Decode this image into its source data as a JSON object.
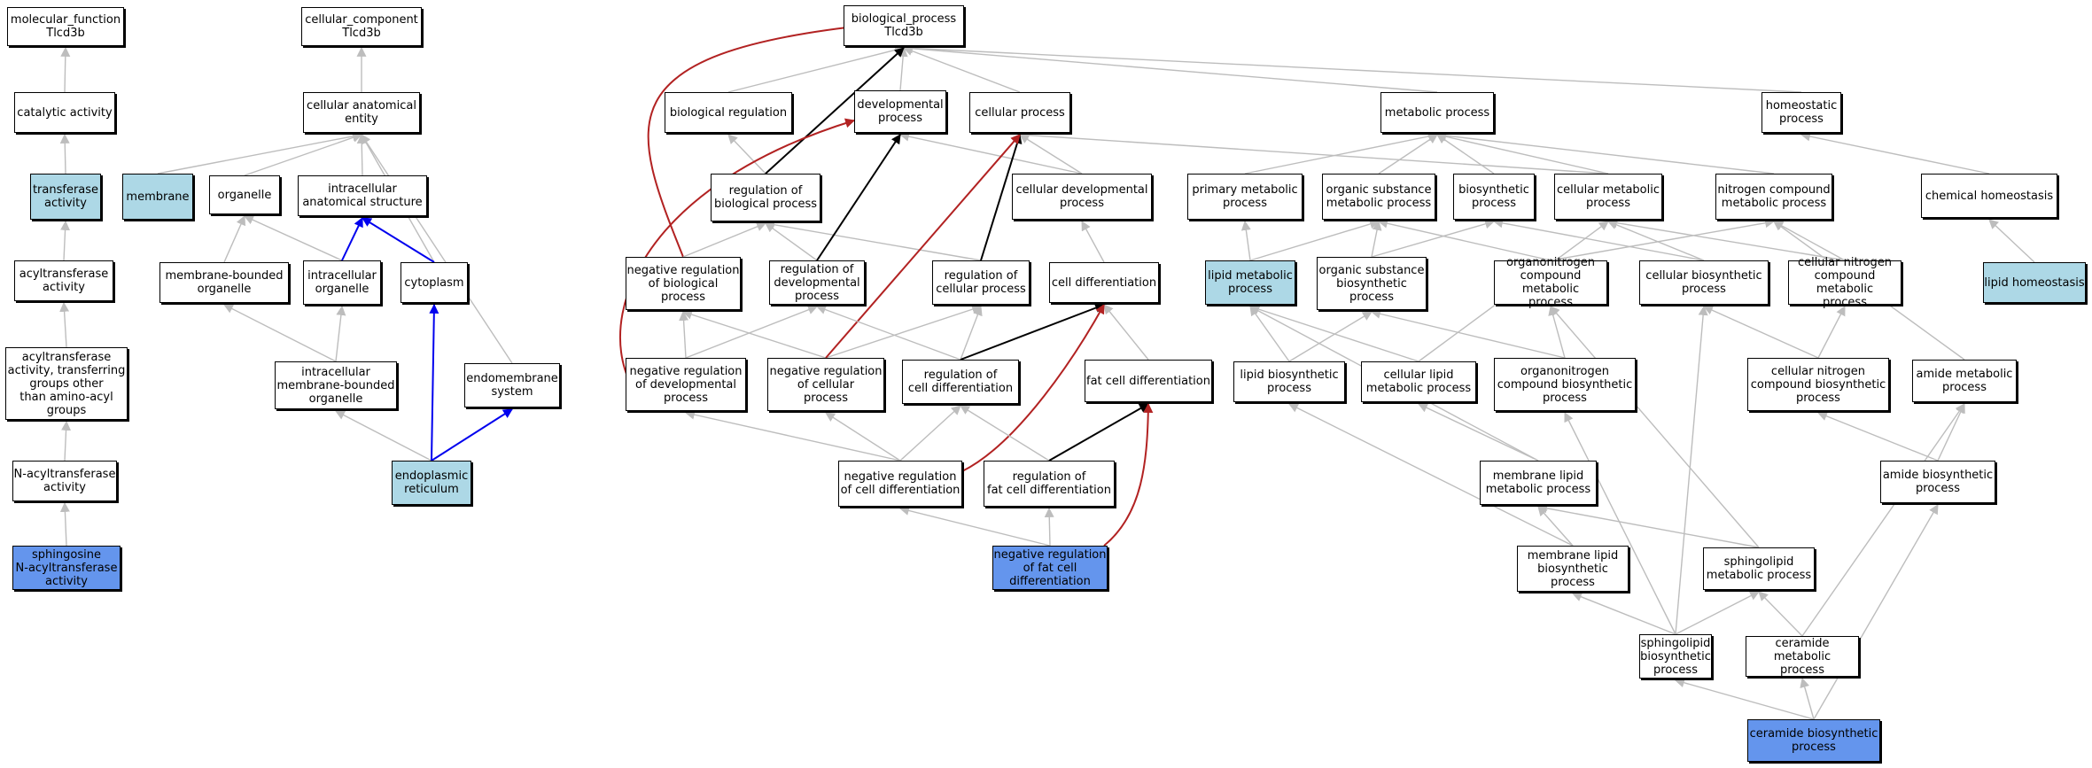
{
  "colors": {
    "white": "#ffffff",
    "light": "#add8e6",
    "blue": "#6495ed",
    "gray": "#bdbdbd",
    "black": "#000000",
    "red": "#b22222",
    "navy": "#0000ee"
  },
  "nodes": [
    {
      "id": "mf",
      "label": "molecular_function\nTlcd3b",
      "fill": "white"
    },
    {
      "id": "cat",
      "label": "catalytic activity",
      "fill": "white"
    },
    {
      "id": "trans",
      "label": "transferase\nactivity",
      "fill": "light"
    },
    {
      "id": "acyl",
      "label": "acyltransferase\nactivity",
      "fill": "white"
    },
    {
      "id": "acyl2",
      "label": "acyltransferase\nactivity, transferring\ngroups other\nthan amino-acyl\ngroups",
      "fill": "white"
    },
    {
      "id": "nacyl",
      "label": "N-acyltransferase\nactivity",
      "fill": "white"
    },
    {
      "id": "sph",
      "label": "sphingosine\nN-acyltransferase\nactivity",
      "fill": "blue"
    },
    {
      "id": "cc",
      "label": "cellular_component\nTlcd3b",
      "fill": "white"
    },
    {
      "id": "cae",
      "label": "cellular anatomical\nentity",
      "fill": "white"
    },
    {
      "id": "memb",
      "label": "membrane",
      "fill": "light"
    },
    {
      "id": "org",
      "label": "organelle",
      "fill": "white"
    },
    {
      "id": "ias",
      "label": "intracellular\nanatomical structure",
      "fill": "white"
    },
    {
      "id": "mbo",
      "label": "membrane-bounded\norganelle",
      "fill": "white"
    },
    {
      "id": "io",
      "label": "intracellular\norganelle",
      "fill": "white"
    },
    {
      "id": "cyto",
      "label": "cytoplasm",
      "fill": "white"
    },
    {
      "id": "imbo",
      "label": "intracellular\nmembrane-bounded\norganelle",
      "fill": "white"
    },
    {
      "id": "endo",
      "label": "endomembrane\nsystem",
      "fill": "white"
    },
    {
      "id": "er",
      "label": "endoplasmic\nreticulum",
      "fill": "light"
    },
    {
      "id": "bp",
      "label": "biological_process\nTlcd3b",
      "fill": "white"
    },
    {
      "id": "breg",
      "label": "biological regulation",
      "fill": "white"
    },
    {
      "id": "dev",
      "label": "developmental\nprocess",
      "fill": "white"
    },
    {
      "id": "cp",
      "label": "cellular process",
      "fill": "white"
    },
    {
      "id": "mp",
      "label": "metabolic process",
      "fill": "white"
    },
    {
      "id": "hp",
      "label": "homeostatic\nprocess",
      "fill": "white"
    },
    {
      "id": "rbp",
      "label": "regulation of\nbiological process",
      "fill": "white"
    },
    {
      "id": "cdp",
      "label": "cellular developmental\nprocess",
      "fill": "white"
    },
    {
      "id": "pmp",
      "label": "primary metabolic\nprocess",
      "fill": "white"
    },
    {
      "id": "osmp",
      "label": "organic substance\nmetabolic process",
      "fill": "white"
    },
    {
      "id": "bios",
      "label": "biosynthetic\nprocess",
      "fill": "white"
    },
    {
      "id": "cmp",
      "label": "cellular metabolic\nprocess",
      "fill": "white"
    },
    {
      "id": "ncmp",
      "label": "nitrogen compound\nmetabolic process",
      "fill": "white"
    },
    {
      "id": "ch",
      "label": "chemical homeostasis",
      "fill": "white"
    },
    {
      "id": "nrbp",
      "label": "negative regulation\nof biological\nprocess",
      "fill": "white"
    },
    {
      "id": "rdp",
      "label": "regulation of\ndevelopmental\nprocess",
      "fill": "white"
    },
    {
      "id": "rcp",
      "label": "regulation of\ncellular process",
      "fill": "white"
    },
    {
      "id": "cd",
      "label": "cell differentiation",
      "fill": "white"
    },
    {
      "id": "lmp",
      "label": "lipid metabolic\nprocess",
      "fill": "light"
    },
    {
      "id": "osbp",
      "label": "organic substance\nbiosynthetic\nprocess",
      "fill": "white"
    },
    {
      "id": "oncmp",
      "label": "organonitrogen\ncompound metabolic\nprocess",
      "fill": "white"
    },
    {
      "id": "cbp",
      "label": "cellular biosynthetic\nprocess",
      "fill": "white"
    },
    {
      "id": "cncmp",
      "label": "cellular nitrogen\ncompound metabolic\nprocess",
      "fill": "white"
    },
    {
      "id": "lh",
      "label": "lipid homeostasis",
      "fill": "light"
    },
    {
      "id": "nrdp",
      "label": "negative regulation\nof developmental\nprocess",
      "fill": "white"
    },
    {
      "id": "nrcp",
      "label": "negative regulation\nof cellular\nprocess",
      "fill": "white"
    },
    {
      "id": "rcd",
      "label": "regulation of\ncell differentiation",
      "fill": "white"
    },
    {
      "id": "fcd",
      "label": "fat cell differentiation",
      "fill": "white"
    },
    {
      "id": "lbp",
      "label": "lipid biosynthetic\nprocess",
      "fill": "white"
    },
    {
      "id": "clmp",
      "label": "cellular lipid\nmetabolic process",
      "fill": "white"
    },
    {
      "id": "oncbp",
      "label": "organonitrogen\ncompound biosynthetic\nprocess",
      "fill": "white"
    },
    {
      "id": "cncbp",
      "label": "cellular nitrogen\ncompound biosynthetic\nprocess",
      "fill": "white"
    },
    {
      "id": "amp",
      "label": "amide metabolic\nprocess",
      "fill": "white"
    },
    {
      "id": "nrcd",
      "label": "negative regulation\nof cell differentiation",
      "fill": "white"
    },
    {
      "id": "rfcd",
      "label": "regulation of\nfat cell differentiation",
      "fill": "white"
    },
    {
      "id": "mlmp",
      "label": "membrane lipid\nmetabolic process",
      "fill": "white"
    },
    {
      "id": "abp",
      "label": "amide biosynthetic\nprocess",
      "fill": "white"
    },
    {
      "id": "nrfcd",
      "label": "negative regulation\nof fat cell\ndifferentiation",
      "fill": "blue"
    },
    {
      "id": "mlbp",
      "label": "membrane lipid\nbiosynthetic\nprocess",
      "fill": "white"
    },
    {
      "id": "smp",
      "label": "sphingolipid\nmetabolic process",
      "fill": "white"
    },
    {
      "id": "sbp",
      "label": "sphingolipid\nbiosynthetic\nprocess",
      "fill": "white"
    },
    {
      "id": "cermp",
      "label": "ceramide metabolic\nprocess",
      "fill": "white"
    },
    {
      "id": "cerbp",
      "label": "ceramide biosynthetic\nprocess",
      "fill": "blue"
    }
  ],
  "edges": [
    {
      "from": "cat",
      "to": "mf",
      "color": "gray"
    },
    {
      "from": "trans",
      "to": "cat",
      "color": "gray"
    },
    {
      "from": "acyl",
      "to": "trans",
      "color": "gray"
    },
    {
      "from": "acyl2",
      "to": "acyl",
      "color": "gray"
    },
    {
      "from": "nacyl",
      "to": "acyl2",
      "color": "gray"
    },
    {
      "from": "sph",
      "to": "nacyl",
      "color": "gray"
    },
    {
      "from": "cae",
      "to": "cc",
      "color": "gray"
    },
    {
      "from": "memb",
      "to": "cae",
      "color": "gray"
    },
    {
      "from": "org",
      "to": "cae",
      "color": "gray"
    },
    {
      "from": "ias",
      "to": "cae",
      "color": "gray"
    },
    {
      "from": "cyto",
      "to": "cae",
      "color": "gray"
    },
    {
      "from": "endo",
      "to": "cae",
      "color": "gray"
    },
    {
      "from": "mbo",
      "to": "org",
      "color": "gray"
    },
    {
      "from": "io",
      "to": "org",
      "color": "gray"
    },
    {
      "from": "io",
      "to": "ias",
      "color": "navy"
    },
    {
      "from": "cyto",
      "to": "ias",
      "color": "navy"
    },
    {
      "from": "imbo",
      "to": "mbo",
      "color": "gray"
    },
    {
      "from": "imbo",
      "to": "io",
      "color": "gray"
    },
    {
      "from": "er",
      "to": "imbo",
      "color": "gray"
    },
    {
      "from": "er",
      "to": "cyto",
      "color": "navy"
    },
    {
      "from": "er",
      "to": "endo",
      "color": "navy"
    },
    {
      "from": "breg",
      "to": "bp",
      "color": "gray"
    },
    {
      "from": "dev",
      "to": "bp",
      "color": "gray"
    },
    {
      "from": "cp",
      "to": "bp",
      "color": "gray"
    },
    {
      "from": "mp",
      "to": "bp",
      "color": "gray"
    },
    {
      "from": "hp",
      "to": "bp",
      "color": "gray"
    },
    {
      "from": "rbp",
      "to": "breg",
      "color": "gray"
    },
    {
      "from": "rbp",
      "to": "bp",
      "color": "black"
    },
    {
      "from": "nrbp",
      "to": "bp",
      "color": "red",
      "curve": "left"
    },
    {
      "from": "cdp",
      "to": "dev",
      "color": "gray"
    },
    {
      "from": "cdp",
      "to": "cp",
      "color": "gray"
    },
    {
      "from": "cmp",
      "to": "cp",
      "color": "gray"
    },
    {
      "from": "pmp",
      "to": "mp",
      "color": "gray"
    },
    {
      "from": "osmp",
      "to": "mp",
      "color": "gray"
    },
    {
      "from": "bios",
      "to": "mp",
      "color": "gray"
    },
    {
      "from": "cmp",
      "to": "mp",
      "color": "gray"
    },
    {
      "from": "ncmp",
      "to": "mp",
      "color": "gray"
    },
    {
      "from": "ch",
      "to": "hp",
      "color": "gray"
    },
    {
      "from": "lh",
      "to": "ch",
      "color": "gray"
    },
    {
      "from": "nrbp",
      "to": "rbp",
      "color": "gray"
    },
    {
      "from": "rdp",
      "to": "rbp",
      "color": "gray"
    },
    {
      "from": "rcp",
      "to": "rbp",
      "color": "gray"
    },
    {
      "from": "rdp",
      "to": "dev",
      "color": "black"
    },
    {
      "from": "rcp",
      "to": "cp",
      "color": "black"
    },
    {
      "from": "cd",
      "to": "cdp",
      "color": "gray"
    },
    {
      "from": "lmp",
      "to": "pmp",
      "color": "gray"
    },
    {
      "from": "lmp",
      "to": "osmp",
      "color": "gray"
    },
    {
      "from": "osbp",
      "to": "osmp",
      "color": "gray"
    },
    {
      "from": "osbp",
      "to": "bios",
      "color": "gray"
    },
    {
      "from": "oncmp",
      "to": "osmp",
      "color": "gray"
    },
    {
      "from": "oncmp",
      "to": "ncmp",
      "color": "gray"
    },
    {
      "from": "cbp",
      "to": "bios",
      "color": "gray"
    },
    {
      "from": "cbp",
      "to": "cmp",
      "color": "gray"
    },
    {
      "from": "cncmp",
      "to": "cmp",
      "color": "gray"
    },
    {
      "from": "cncmp",
      "to": "ncmp",
      "color": "gray"
    },
    {
      "from": "nrdp",
      "to": "nrbp",
      "color": "gray"
    },
    {
      "from": "nrdp",
      "to": "rdp",
      "color": "gray"
    },
    {
      "from": "nrdp",
      "to": "dev",
      "color": "red",
      "curve": "left2"
    },
    {
      "from": "nrcp",
      "to": "nrbp",
      "color": "gray"
    },
    {
      "from": "nrcp",
      "to": "rcp",
      "color": "gray"
    },
    {
      "from": "nrcp",
      "to": "cp",
      "color": "red"
    },
    {
      "from": "rcd",
      "to": "rdp",
      "color": "gray"
    },
    {
      "from": "rcd",
      "to": "rcp",
      "color": "gray"
    },
    {
      "from": "rcd",
      "to": "cd",
      "color": "black"
    },
    {
      "from": "fcd",
      "to": "cd",
      "color": "gray"
    },
    {
      "from": "lbp",
      "to": "lmp",
      "color": "gray"
    },
    {
      "from": "lbp",
      "to": "osbp",
      "color": "gray"
    },
    {
      "from": "clmp",
      "to": "lmp",
      "color": "gray"
    },
    {
      "from": "clmp",
      "to": "cmp",
      "color": "gray"
    },
    {
      "from": "oncbp",
      "to": "osbp",
      "color": "gray"
    },
    {
      "from": "oncbp",
      "to": "oncmp",
      "color": "gray"
    },
    {
      "from": "cncbp",
      "to": "cbp",
      "color": "gray"
    },
    {
      "from": "cncbp",
      "to": "cncmp",
      "color": "gray"
    },
    {
      "from": "amp",
      "to": "ncmp",
      "color": "gray"
    },
    {
      "from": "nrcd",
      "to": "nrdp",
      "color": "gray"
    },
    {
      "from": "nrcd",
      "to": "nrcp",
      "color": "gray"
    },
    {
      "from": "nrcd",
      "to": "rcd",
      "color": "gray"
    },
    {
      "from": "nrcd",
      "to": "cd",
      "color": "red"
    },
    {
      "from": "rfcd",
      "to": "rcd",
      "color": "gray"
    },
    {
      "from": "rfcd",
      "to": "fcd",
      "color": "black"
    },
    {
      "from": "mlmp",
      "to": "clmp",
      "color": "gray"
    },
    {
      "from": "mlmp",
      "to": "lmp",
      "color": "gray"
    },
    {
      "from": "abp",
      "to": "amp",
      "color": "gray"
    },
    {
      "from": "abp",
      "to": "cncbp",
      "color": "gray"
    },
    {
      "from": "nrfcd",
      "to": "nrcd",
      "color": "gray"
    },
    {
      "from": "nrfcd",
      "to": "rfcd",
      "color": "gray"
    },
    {
      "from": "nrfcd",
      "to": "fcd",
      "color": "red"
    },
    {
      "from": "mlbp",
      "to": "mlmp",
      "color": "gray"
    },
    {
      "from": "mlbp",
      "to": "lbp",
      "color": "gray"
    },
    {
      "from": "smp",
      "to": "mlmp",
      "color": "gray"
    },
    {
      "from": "smp",
      "to": "oncmp",
      "color": "gray"
    },
    {
      "from": "sbp",
      "to": "mlbp",
      "color": "gray"
    },
    {
      "from": "sbp",
      "to": "smp",
      "color": "gray"
    },
    {
      "from": "sbp",
      "to": "oncbp",
      "color": "gray"
    },
    {
      "from": "sbp",
      "to": "cbp",
      "color": "gray"
    },
    {
      "from": "cermp",
      "to": "smp",
      "color": "gray"
    },
    {
      "from": "cermp",
      "to": "amp",
      "color": "gray"
    },
    {
      "from": "cerbp",
      "to": "sbp",
      "color": "gray"
    },
    {
      "from": "cerbp",
      "to": "cermp",
      "color": "gray"
    },
    {
      "from": "cerbp",
      "to": "abp",
      "color": "gray"
    }
  ]
}
